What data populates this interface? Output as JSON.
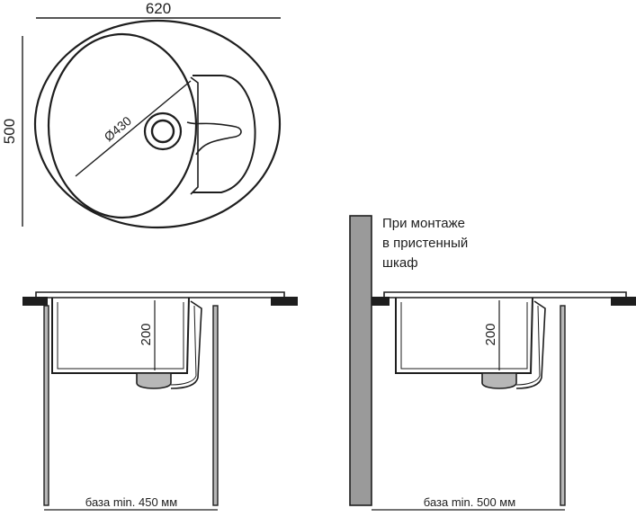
{
  "top_view": {
    "width_label": "620",
    "height_label": "500",
    "bowl_diameter_label": "Ø430"
  },
  "side_view_left": {
    "depth_label": "200",
    "base_label": "база min. 450 мм"
  },
  "side_view_right": {
    "depth_label": "200",
    "base_label": "база min. 500 мм",
    "note_lines": [
      "При монтаже",
      "в пристенный",
      "шкаф"
    ]
  },
  "colors": {
    "outline": "#1e1e1e",
    "panel_gray": "#b7b7b7",
    "cabinet_gray": "#9a9a9a",
    "dark": "#1e1e1e"
  }
}
